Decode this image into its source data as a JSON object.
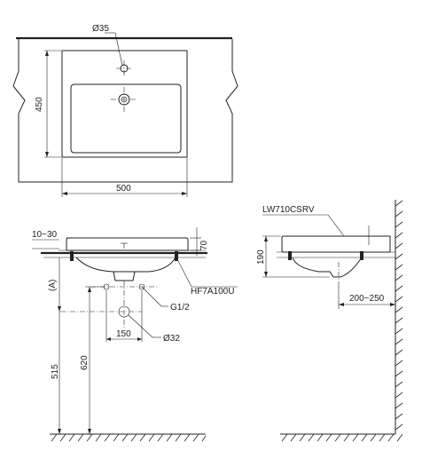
{
  "top_view": {
    "tap_hole_label": "Ø35",
    "depth_label": "450",
    "width_label": "500"
  },
  "front_view": {
    "counter_range_label": "10~30",
    "rim_height_label": "70",
    "bracket_label": "HF7A100U",
    "thread_label": "G1/2",
    "pipe_spacing_label": "150",
    "drain_label": "Ø32",
    "reference_label": "(A)",
    "height_515_label": "515",
    "height_620_label": "620"
  },
  "side_view": {
    "model_label": "LW710CSRV",
    "height_label": "190",
    "wall_distance_label": "200~250"
  }
}
